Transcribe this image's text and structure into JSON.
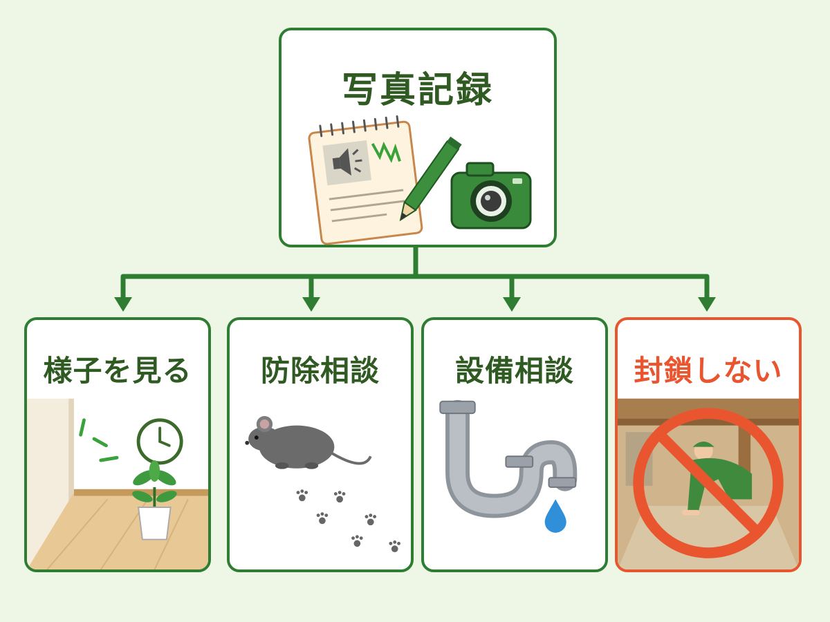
{
  "root": {
    "title": "写真記録",
    "icons": [
      "notebook-icon",
      "pencil-icon",
      "camera-icon"
    ]
  },
  "children": [
    {
      "title": "様子を見る",
      "icon": "clock-plant-icon"
    },
    {
      "title": "防除相談",
      "icon": "mouse-icon"
    },
    {
      "title": "設備相談",
      "icon": "pipe-leak-icon"
    },
    {
      "title": "封鎖しない",
      "icon": "no-crawlspace-entry-icon"
    }
  ],
  "colors": {
    "background": "#eef6e6",
    "primary_green": "#2e7d32",
    "title_green": "#2f5a22",
    "warning": "#e8552f"
  }
}
